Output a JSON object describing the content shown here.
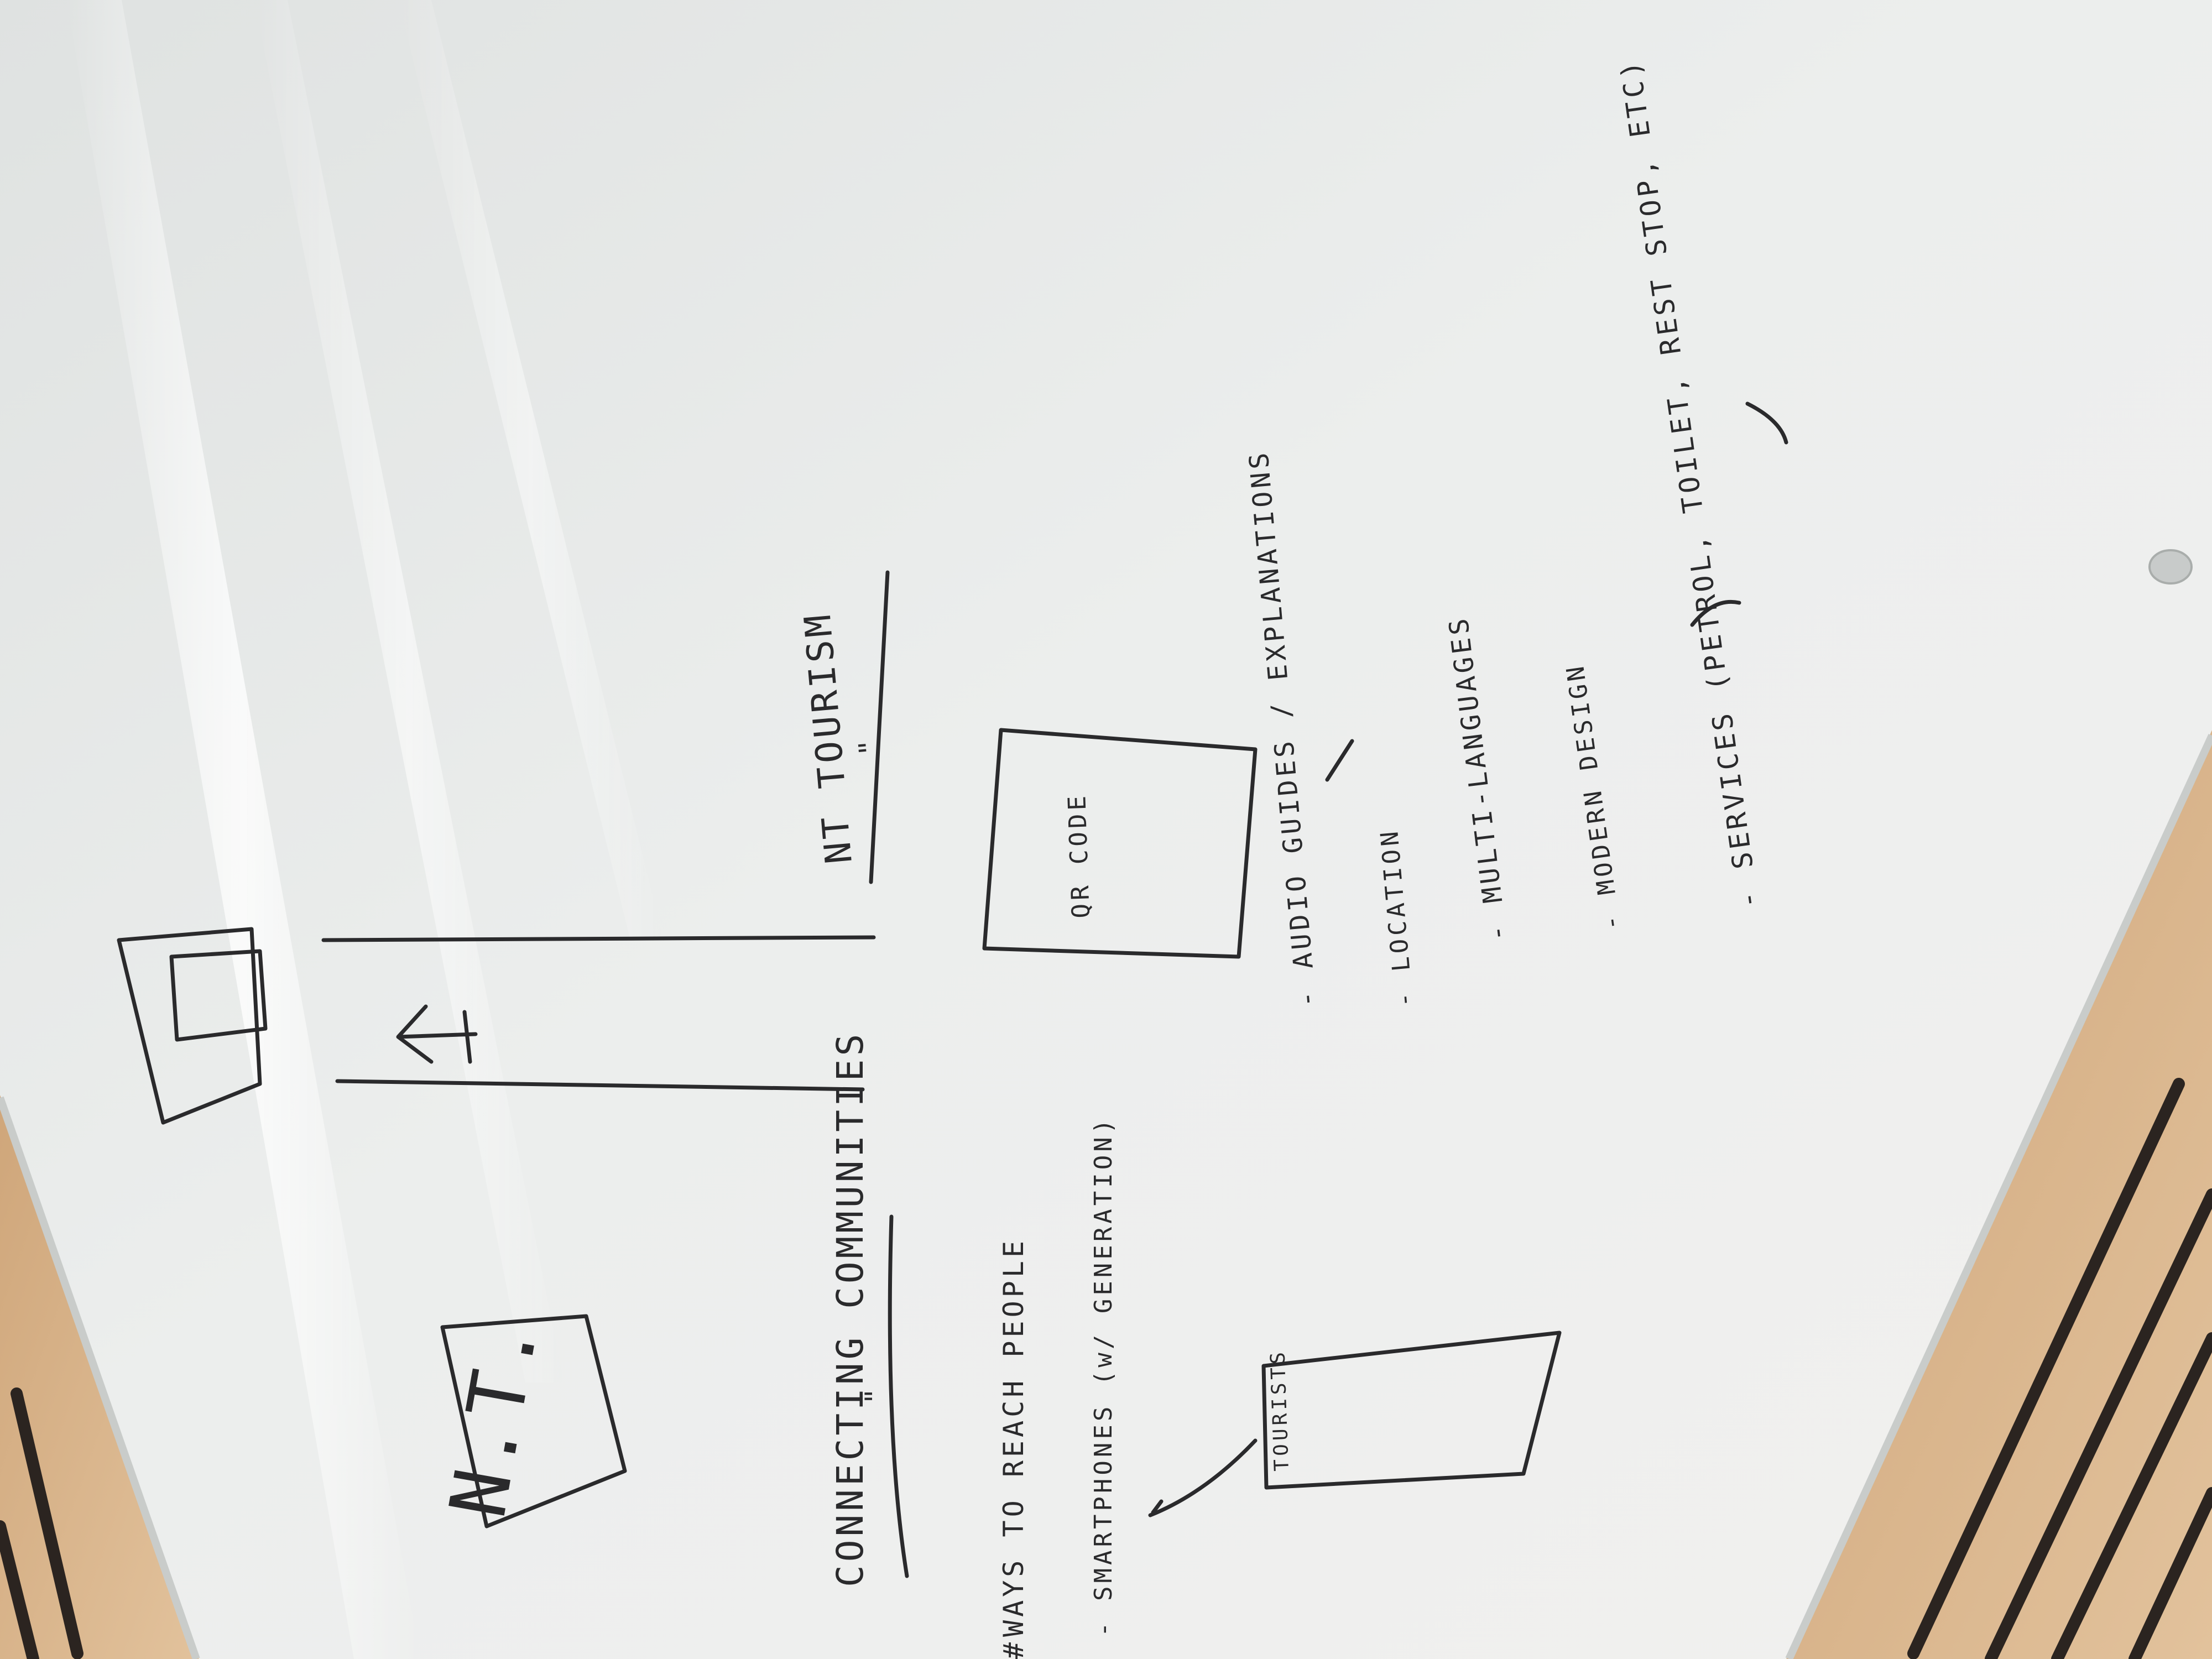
{
  "whiteboard": {
    "title": "N.T.",
    "heading_left": "CONNECTING COMMUNITIES",
    "heading_left_mark": "\"",
    "line_ways": "WAYS TO REACH PEOPLE",
    "line_ways_prefix": "#",
    "line_smartphones": "- SMARTPHONES (w/ GENERATION)",
    "heading_right": "NT TOURISM",
    "heading_right_mark": "\"",
    "box_qr": "QR CODE",
    "box_tourists": "TOURISTS",
    "bullet_audio": "- AUDIO GUIDES / EXPLANATIONS",
    "bullet_location": "- LOCATION",
    "bullet_multi": "- MULTI-LANGUAGES",
    "bullet_modern": "- MODERN DESIGN",
    "services_line": "- SERVICES (PETROL, TOILET, REST STOP, ETC)"
  },
  "colors": {
    "board": "#e9ebea",
    "marker": "#2a2a2c",
    "wood": "#d6b48a",
    "slot": "#2b2420"
  }
}
